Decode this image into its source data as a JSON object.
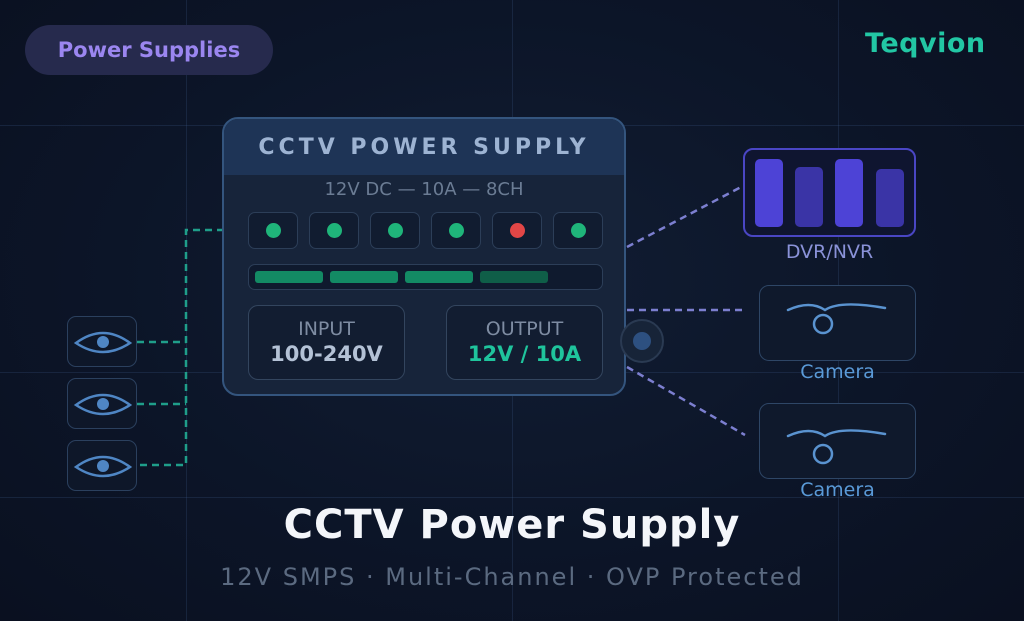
{
  "category_pill": {
    "label": "Power Supplies"
  },
  "brand": {
    "name": "Teqvion"
  },
  "psu": {
    "title": "CCTV POWER SUPPLY",
    "spec": "12V DC — 10A — 8CH",
    "channels": [
      {
        "status": "ok",
        "color": "#1fb57a"
      },
      {
        "status": "ok",
        "color": "#1fb57a"
      },
      {
        "status": "ok",
        "color": "#1fb57a"
      },
      {
        "status": "ok",
        "color": "#1fb57a"
      },
      {
        "status": "fault",
        "color": "#e24646"
      },
      {
        "status": "ok",
        "color": "#1fb57a"
      }
    ],
    "load_segments": [
      {
        "color": "#138a64"
      },
      {
        "color": "#138a64"
      },
      {
        "color": "#138a64"
      },
      {
        "color": "#0f5e48"
      }
    ],
    "input": {
      "label": "INPUT",
      "value": "100-240V",
      "color": "#b4c2d6"
    },
    "output": {
      "label": "OUTPUT",
      "value": "12V / 10A",
      "color": "#1fc49c"
    }
  },
  "devices": {
    "dvr": {
      "label": "DVR/NVR",
      "icon": "dvr-rack-icon"
    },
    "cameras": [
      {
        "label": "Camera",
        "icon": "camera-icon"
      },
      {
        "label": "Camera",
        "icon": "camera-icon"
      }
    ],
    "eyes": [
      {
        "icon": "eye-icon"
      },
      {
        "icon": "eye-icon"
      },
      {
        "icon": "eye-icon"
      }
    ]
  },
  "footer": {
    "title": "CCTV Power Supply",
    "subtitle": "12V SMPS · Multi-Channel · OVP Protected"
  },
  "colors": {
    "background": "#0c1528",
    "accent_teal": "#22c7a4",
    "accent_purple": "#9b86f0",
    "wire_teal": "#1f9e8a",
    "wire_purple": "#7c7fd0",
    "device_blue": "#5a93d0"
  }
}
